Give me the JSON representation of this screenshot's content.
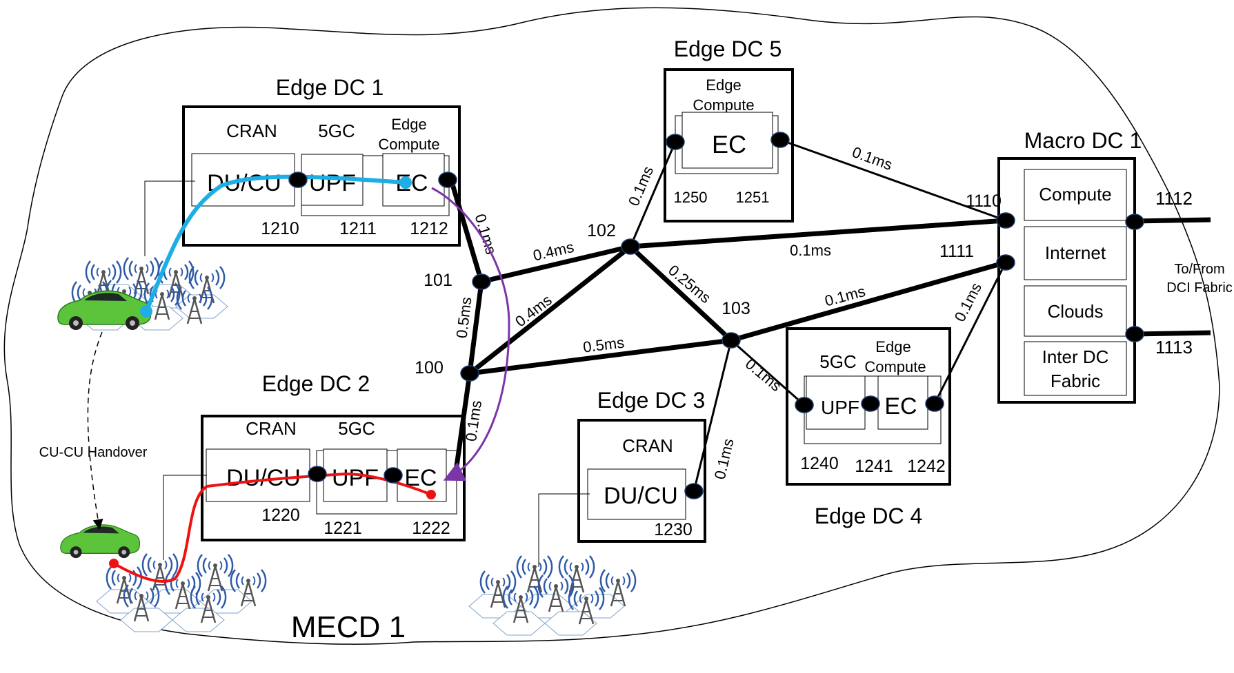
{
  "region": {
    "name": "MECD 1"
  },
  "edge_dc1": {
    "title": "Edge DC 1",
    "cran_label": "CRAN",
    "fivegc_label": "5GC",
    "edge_compute_label_1": "Edge",
    "edge_compute_label_2": "Compute",
    "ducu_label": "DU/CU",
    "upf_label": "UPF",
    "ec_label": "EC",
    "id_1": "1210",
    "id_2": "1211",
    "id_3": "1212"
  },
  "edge_dc2": {
    "title": "Edge DC 2",
    "cran_label": "CRAN",
    "fivegc_label": "5GC",
    "ducu_label": "DU/CU",
    "upf_label": "UPF",
    "ec_label": "EC",
    "id_1": "1220",
    "id_2": "1221",
    "id_3": "1222"
  },
  "edge_dc3": {
    "title": "Edge DC 3",
    "cran_label": "CRAN",
    "ducu_label": "DU/CU",
    "id_1": "1230"
  },
  "edge_dc4": {
    "title": "Edge DC 4",
    "fivegc_label": "5GC",
    "edge_compute_label_1": "Edge",
    "edge_compute_label_2": "Compute",
    "upf_label": "UPF",
    "ec_label": "EC",
    "id_1": "1240",
    "id_2": "1241",
    "id_3": "1242"
  },
  "edge_dc5": {
    "title": "Edge DC 5",
    "edge_compute_label_1": "Edge",
    "edge_compute_label_2": "Compute",
    "ec_label": "EC",
    "id_1": "1250",
    "id_2": "1251"
  },
  "macro_dc1": {
    "title": "Macro DC 1",
    "compute": "Compute",
    "internet": "Internet",
    "clouds": "Clouds",
    "interdc_1": "Inter DC",
    "interdc_2": "Fabric",
    "port_1110": "1110",
    "port_1111": "1111",
    "port_1112": "1112",
    "port_1113": "1113",
    "dci_1": "To/From",
    "dci_2": "DCI Fabric"
  },
  "nodes": {
    "n100": "100",
    "n101": "101",
    "n102": "102",
    "n103": "103"
  },
  "latencies": {
    "l_101_102": "0.4ms",
    "l_100_102": "0.4ms",
    "l_100_101": "0.5ms",
    "l_100_103": "0.5ms",
    "l_102_1110": "0.1ms",
    "l_102_ec5": "0.1ms",
    "l_ec5_1110": "0.1ms",
    "l_102_103": "0.25ms",
    "l_103_1111": "0.1ms",
    "l_103_upf4": "0.1ms",
    "l_103_ducu3": "0.1ms",
    "l_ec4_1111": "0.1ms",
    "l_ec1_101": "0.1ms",
    "l_100_ec2": "0.1ms"
  },
  "handover": {
    "label": "CU-CU Handover"
  },
  "colors": {
    "path_cyan": "#1eaee6",
    "path_red": "#ee1111",
    "path_purple": "#7b35a6",
    "car_green": "#5cc43a",
    "tower_blue": "#2e5aa8"
  }
}
